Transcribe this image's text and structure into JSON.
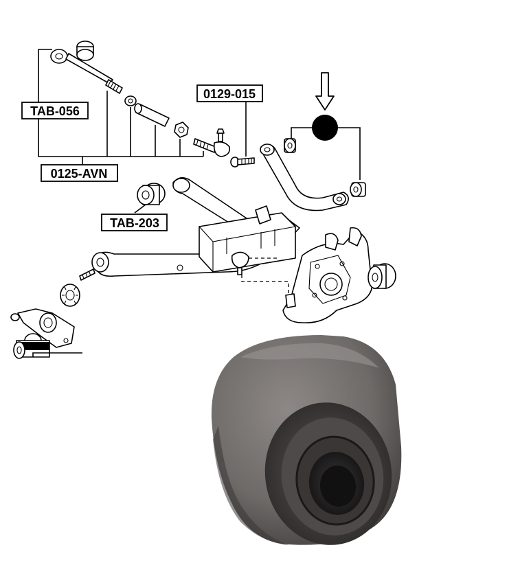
{
  "diagram": {
    "labels": {
      "tab_056": "TAB-056",
      "avn_0125": "0125-AVN",
      "p0129_015": "0129-015",
      "tab_203": "TAB-203"
    },
    "highlight_color": "#000000"
  },
  "photo": {
    "rubber_color": "#6e6a68",
    "bore_color": "#1a1a1c"
  }
}
